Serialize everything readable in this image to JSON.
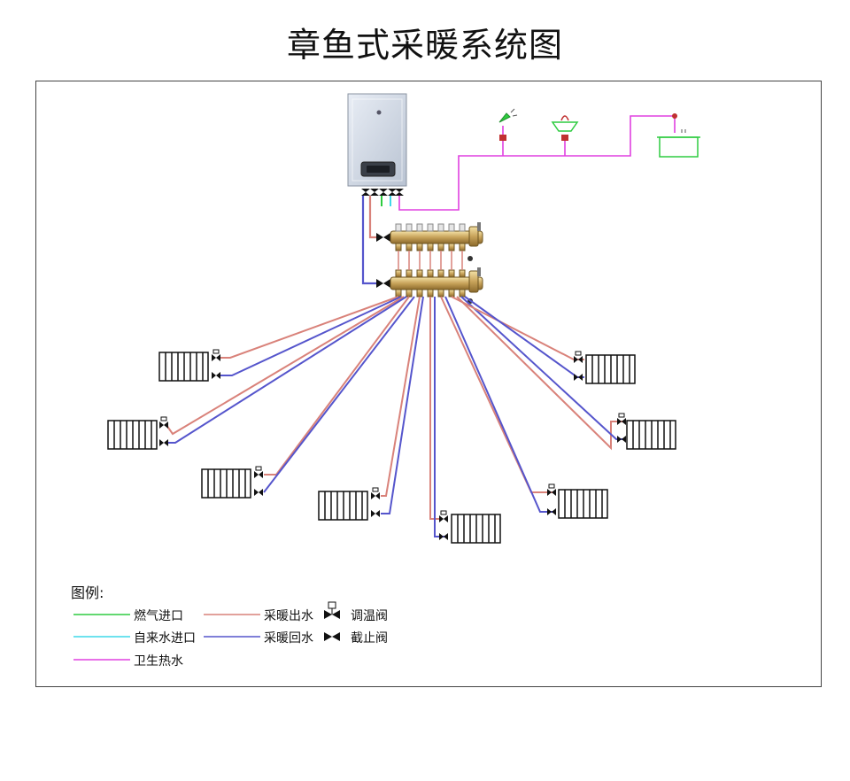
{
  "title": "章鱼式采暖系统图",
  "legend": {
    "title": "图例:",
    "gas_inlet": {
      "label": "燃气进口",
      "color": "#2ecc40"
    },
    "tap_water_inlet": {
      "label": "自来水进口",
      "color": "#3fd8e8"
    },
    "sanitary_hot_water": {
      "label": "卫生热水",
      "color": "#e040e0"
    },
    "heating_supply": {
      "label": "采暖出水",
      "color": "#d9827a"
    },
    "heating_return": {
      "label": "采暖回水",
      "color": "#5555cc"
    },
    "thermostatic_valve": {
      "label": "调温阀"
    },
    "stop_valve": {
      "label": "截止阀"
    }
  }
}
